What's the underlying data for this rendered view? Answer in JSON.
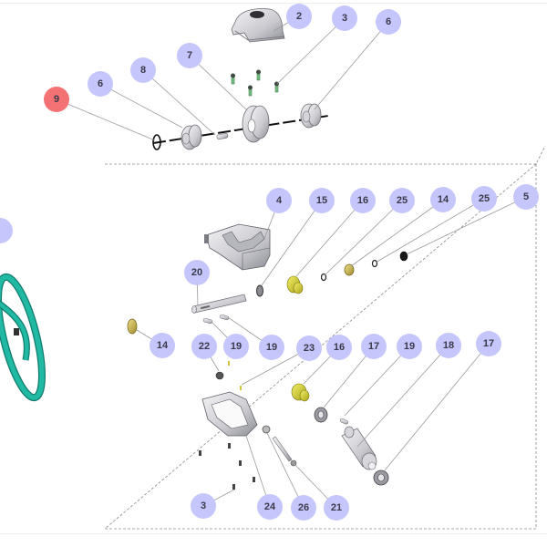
{
  "diagram": {
    "title": "Exploded parts view",
    "colors": {
      "callout": "#c5c6fb",
      "callout_selected": "#f57274",
      "hose": "#1fb7a3",
      "brass": "#d8c24a",
      "yellow_part": "#d9d325"
    },
    "callouts": [
      {
        "id": "c-2",
        "label": "2",
        "selected": false
      },
      {
        "id": "c-3a",
        "label": "3",
        "selected": false
      },
      {
        "id": "c-6a",
        "label": "6",
        "selected": false
      },
      {
        "id": "c-7",
        "label": "7",
        "selected": false
      },
      {
        "id": "c-8",
        "label": "8",
        "selected": false
      },
      {
        "id": "c-6b",
        "label": "6",
        "selected": false
      },
      {
        "id": "c-9",
        "label": "9",
        "selected": true
      },
      {
        "id": "c-4",
        "label": "4",
        "selected": false
      },
      {
        "id": "c-15",
        "label": "15",
        "selected": false
      },
      {
        "id": "c-16a",
        "label": "16",
        "selected": false
      },
      {
        "id": "c-25a",
        "label": "25",
        "selected": false
      },
      {
        "id": "c-14a",
        "label": "14",
        "selected": false
      },
      {
        "id": "c-25b",
        "label": "25",
        "selected": false
      },
      {
        "id": "c-5",
        "label": "5",
        "selected": false
      },
      {
        "id": "c-20",
        "label": "20",
        "selected": false
      },
      {
        "id": "c-14b",
        "label": "14",
        "selected": false
      },
      {
        "id": "c-22",
        "label": "22",
        "selected": false
      },
      {
        "id": "c-19a",
        "label": "19",
        "selected": false
      },
      {
        "id": "c-19b",
        "label": "19",
        "selected": false
      },
      {
        "id": "c-23",
        "label": "23",
        "selected": false
      },
      {
        "id": "c-16b",
        "label": "16",
        "selected": false
      },
      {
        "id": "c-17a",
        "label": "17",
        "selected": false
      },
      {
        "id": "c-19c",
        "label": "19",
        "selected": false
      },
      {
        "id": "c-18",
        "label": "18",
        "selected": false
      },
      {
        "id": "c-17b",
        "label": "17",
        "selected": false
      },
      {
        "id": "c-3b",
        "label": "3",
        "selected": false
      },
      {
        "id": "c-24",
        "label": "24",
        "selected": false
      },
      {
        "id": "c-26",
        "label": "26",
        "selected": false
      },
      {
        "id": "c-21",
        "label": "21",
        "selected": false
      }
    ]
  }
}
